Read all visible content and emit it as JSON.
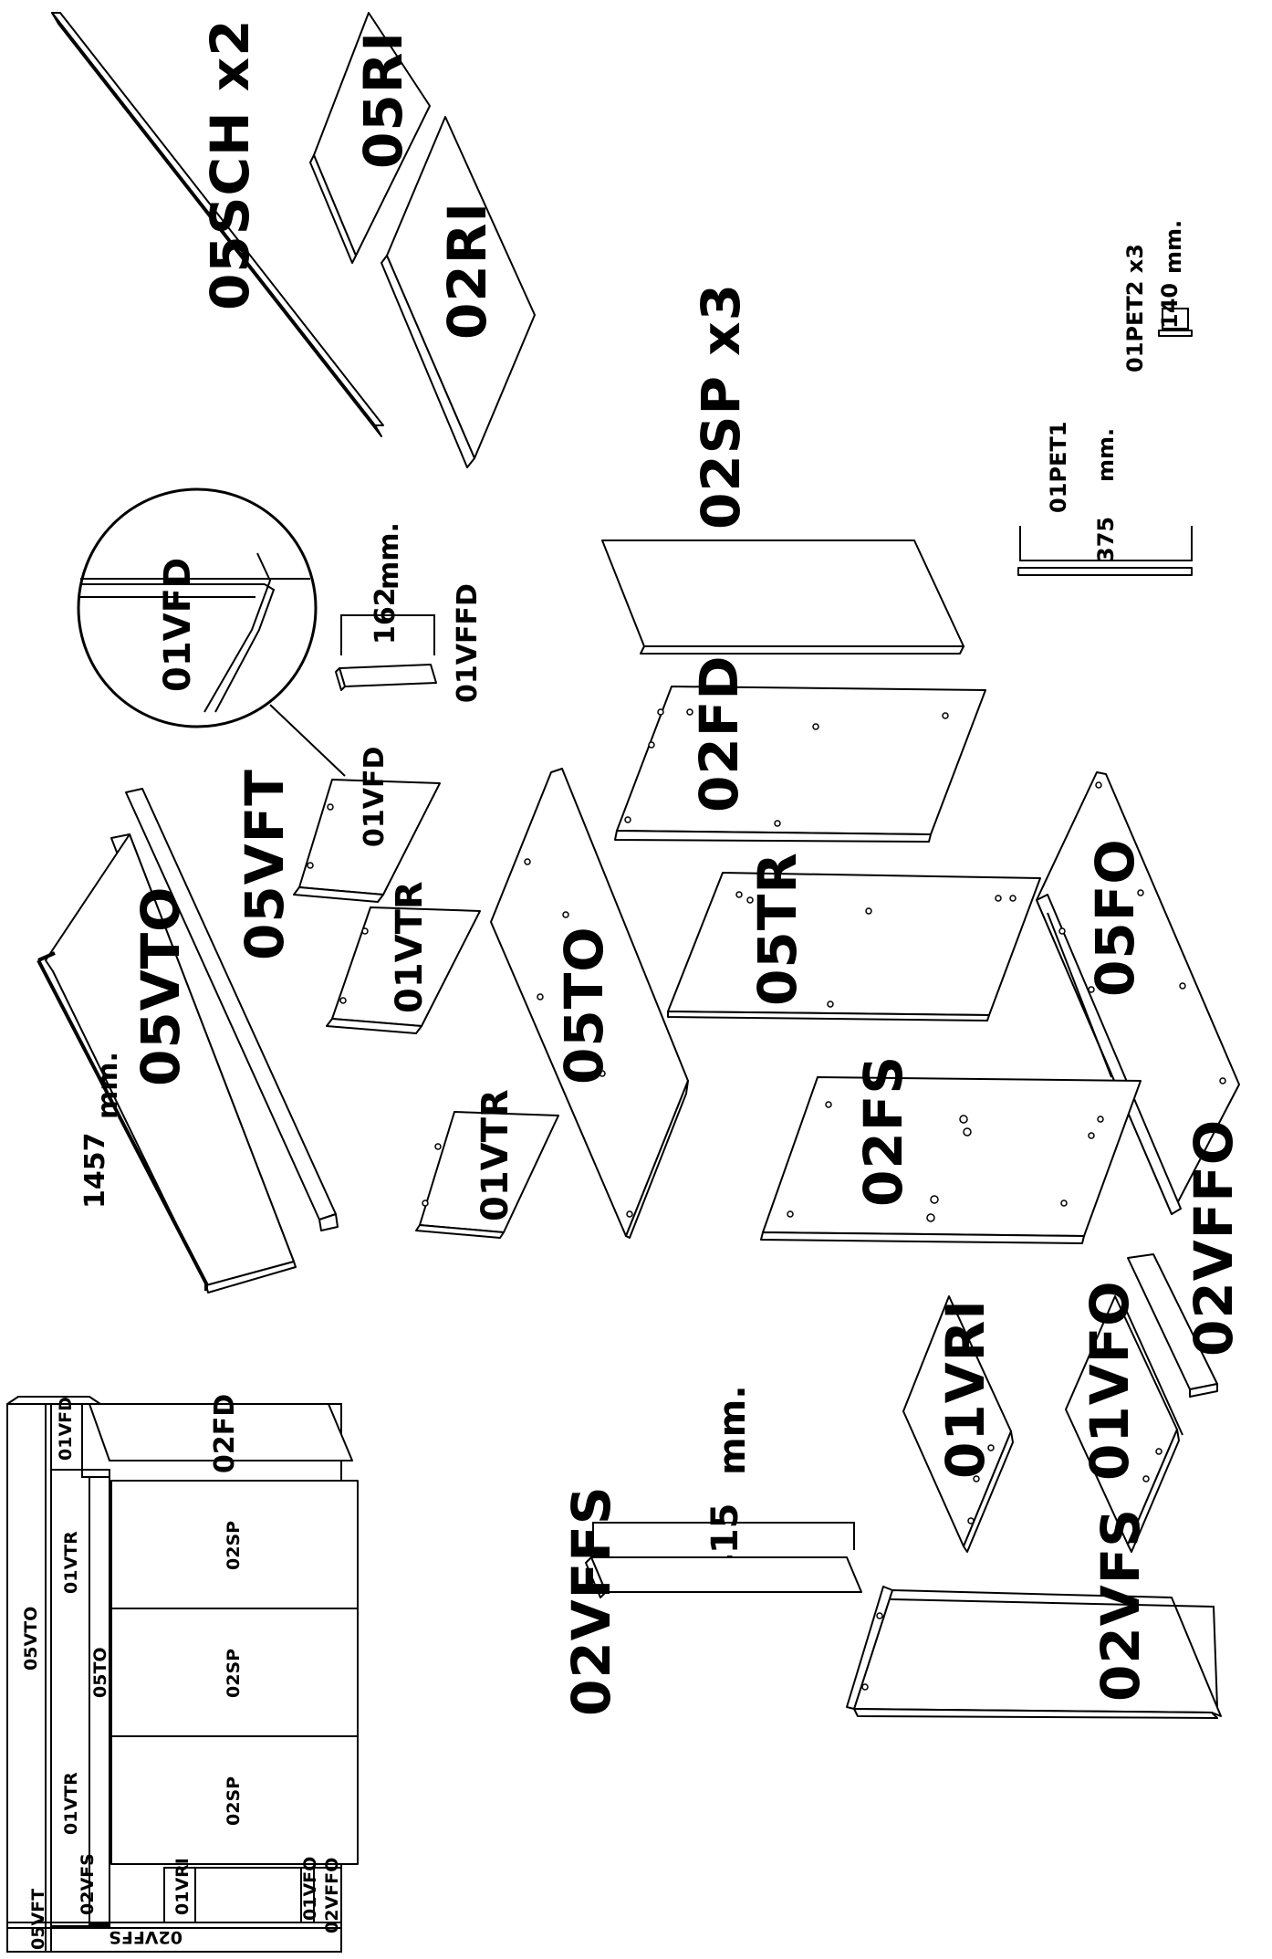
{
  "parts": {
    "p05SCH": "05SCH  x2",
    "p05RI": "05RI",
    "p02RI": "02RI",
    "p02SP": "02SP  x3",
    "p01PET2": "01PET2  x3",
    "p01PET2_len": "140",
    "p01PET2_mm": "mm.",
    "p01PET1": "01PET1",
    "p01PET1_len": "375",
    "p01PET1_mm": "mm.",
    "p01VFD_detail": "01VFD",
    "p01VFFD_len": "162",
    "p01VFFD_mm": "mm.",
    "p01VFFD": "01VFFD",
    "p05VTO": "05VTO",
    "p05VFT": "05VFT",
    "p05VTO_len": "1457",
    "p05VTO_mm": "mm.",
    "p01VFD": "01VFD",
    "p01VTR_a": "01VTR",
    "p01VTR_b": "01VTR",
    "p05TO": "05TO",
    "p02FD": "02FD",
    "p05TR": "05TR",
    "p05FO": "05FO",
    "p02FS": "02FS",
    "p02VFFO": "02VFFO",
    "p01VRI": "01VRI",
    "p01VFO": "01VFO",
    "p415_len": "415",
    "p415_mm": "mm.",
    "p02VFFS": "02VFFS",
    "p02VFS": "02VFS"
  },
  "overview": {
    "o05VTO": "05VTO",
    "o01VFD": "01VFD",
    "o02FD": "02FD",
    "o01VTR_top": "01VTR",
    "o05TO": "05TO",
    "o01VTR_bottom": "01VTR",
    "o02SP_1": "02SP",
    "o02SP_2": "02SP",
    "o02SP_3": "02SP",
    "o05VFT": "05VFT",
    "o02VFS": "02VFS",
    "o01VRI": "01VRI",
    "o01VFO": "01VFO",
    "o02VFFO": "02VFFO",
    "o02VFFS": "02VFFS"
  }
}
